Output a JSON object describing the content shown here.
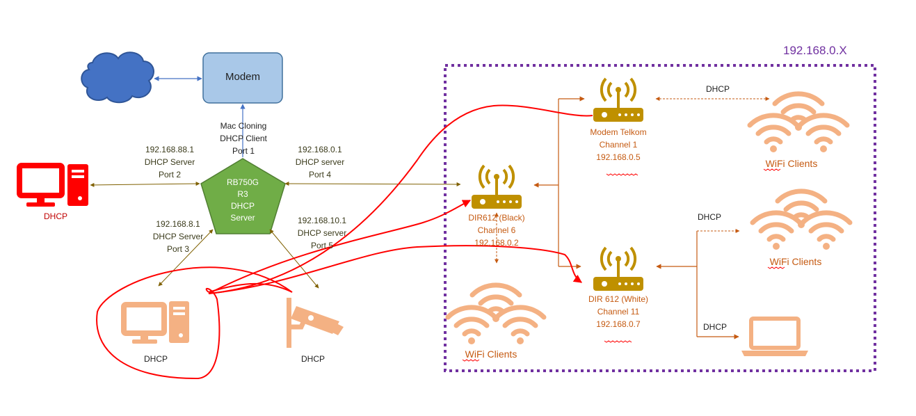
{
  "subnet_label": "192.168.0.X",
  "modem": {
    "label": "Modem",
    "link": [
      "Mac Cloning",
      "DHCP Client",
      "Port 1"
    ]
  },
  "router": {
    "lines": [
      "RB750G",
      "R3",
      "DHCP",
      "Server"
    ]
  },
  "ports": {
    "p2": [
      "192.168.88.1",
      "DHCP Server",
      "Port 2"
    ],
    "p3": [
      "192.168.8.1",
      "DHCP Server",
      "Port 3"
    ],
    "p4": [
      "192.168.0.1",
      "DHCP server",
      "Port 4"
    ],
    "p5": [
      "192.168.10.1",
      "DHCP server",
      "Port 5"
    ]
  },
  "devices": {
    "pc_red": "DHCP",
    "pc_orange": "DHCP",
    "camera": "DHCP"
  },
  "access_points": {
    "dir612_black": [
      "DIR612 (Black)",
      "Channel 6",
      "192.168.0.2"
    ],
    "modem_telkom": [
      "Modem Telkom",
      "Channel 1",
      "192.168.0.5"
    ],
    "dir612_white": [
      "DIR 612 (White)",
      "Channel 11",
      "192.168.0.7"
    ]
  },
  "wifi_labels": {
    "black": "WiFi Clients",
    "telkom": "WiFi Clients",
    "white": "WiFi Clients"
  },
  "dhcp_links": {
    "telkom": "DHCP",
    "white_wifi": "DHCP",
    "white_laptop": "DHCP"
  },
  "colors": {
    "modem_fill": "#a9c8e8",
    "router_fill": "#70ad47",
    "cloud": "#4472c4",
    "pc_red": "#ff0000",
    "peach": "#f4b183",
    "ap_gold": "#bf9000",
    "subnet_border": "#7030a0",
    "annotation": "#ff0000"
  }
}
